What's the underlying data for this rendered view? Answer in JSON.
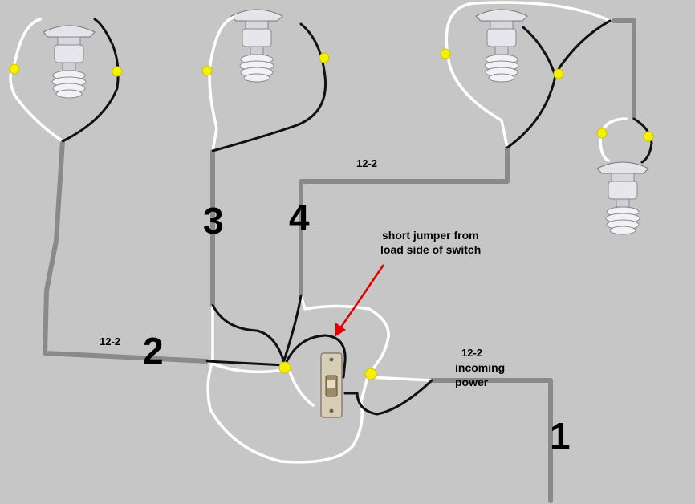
{
  "colors": {
    "background": "#c6c6c6",
    "cable": "#8a8a8a",
    "hot_wire": "#111111",
    "neutral_wire": "#ffffff",
    "wire_nut": "#f5f000",
    "arrow": "#e00000"
  },
  "cable_numbers": {
    "one": "1",
    "two": "2",
    "three": "3",
    "four": "4"
  },
  "cable_labels": {
    "left_run": "12-2",
    "top_run": "12-2",
    "incoming": "12-2"
  },
  "incoming_power_label": {
    "line1": "incoming",
    "line2": "power"
  },
  "annotation": {
    "line1": "short jumper from",
    "line2": "load side of switch"
  },
  "icons": {
    "fixture": "light-fixture-icon",
    "switch": "wall-switch-icon",
    "connector": "wire-nut-icon"
  }
}
